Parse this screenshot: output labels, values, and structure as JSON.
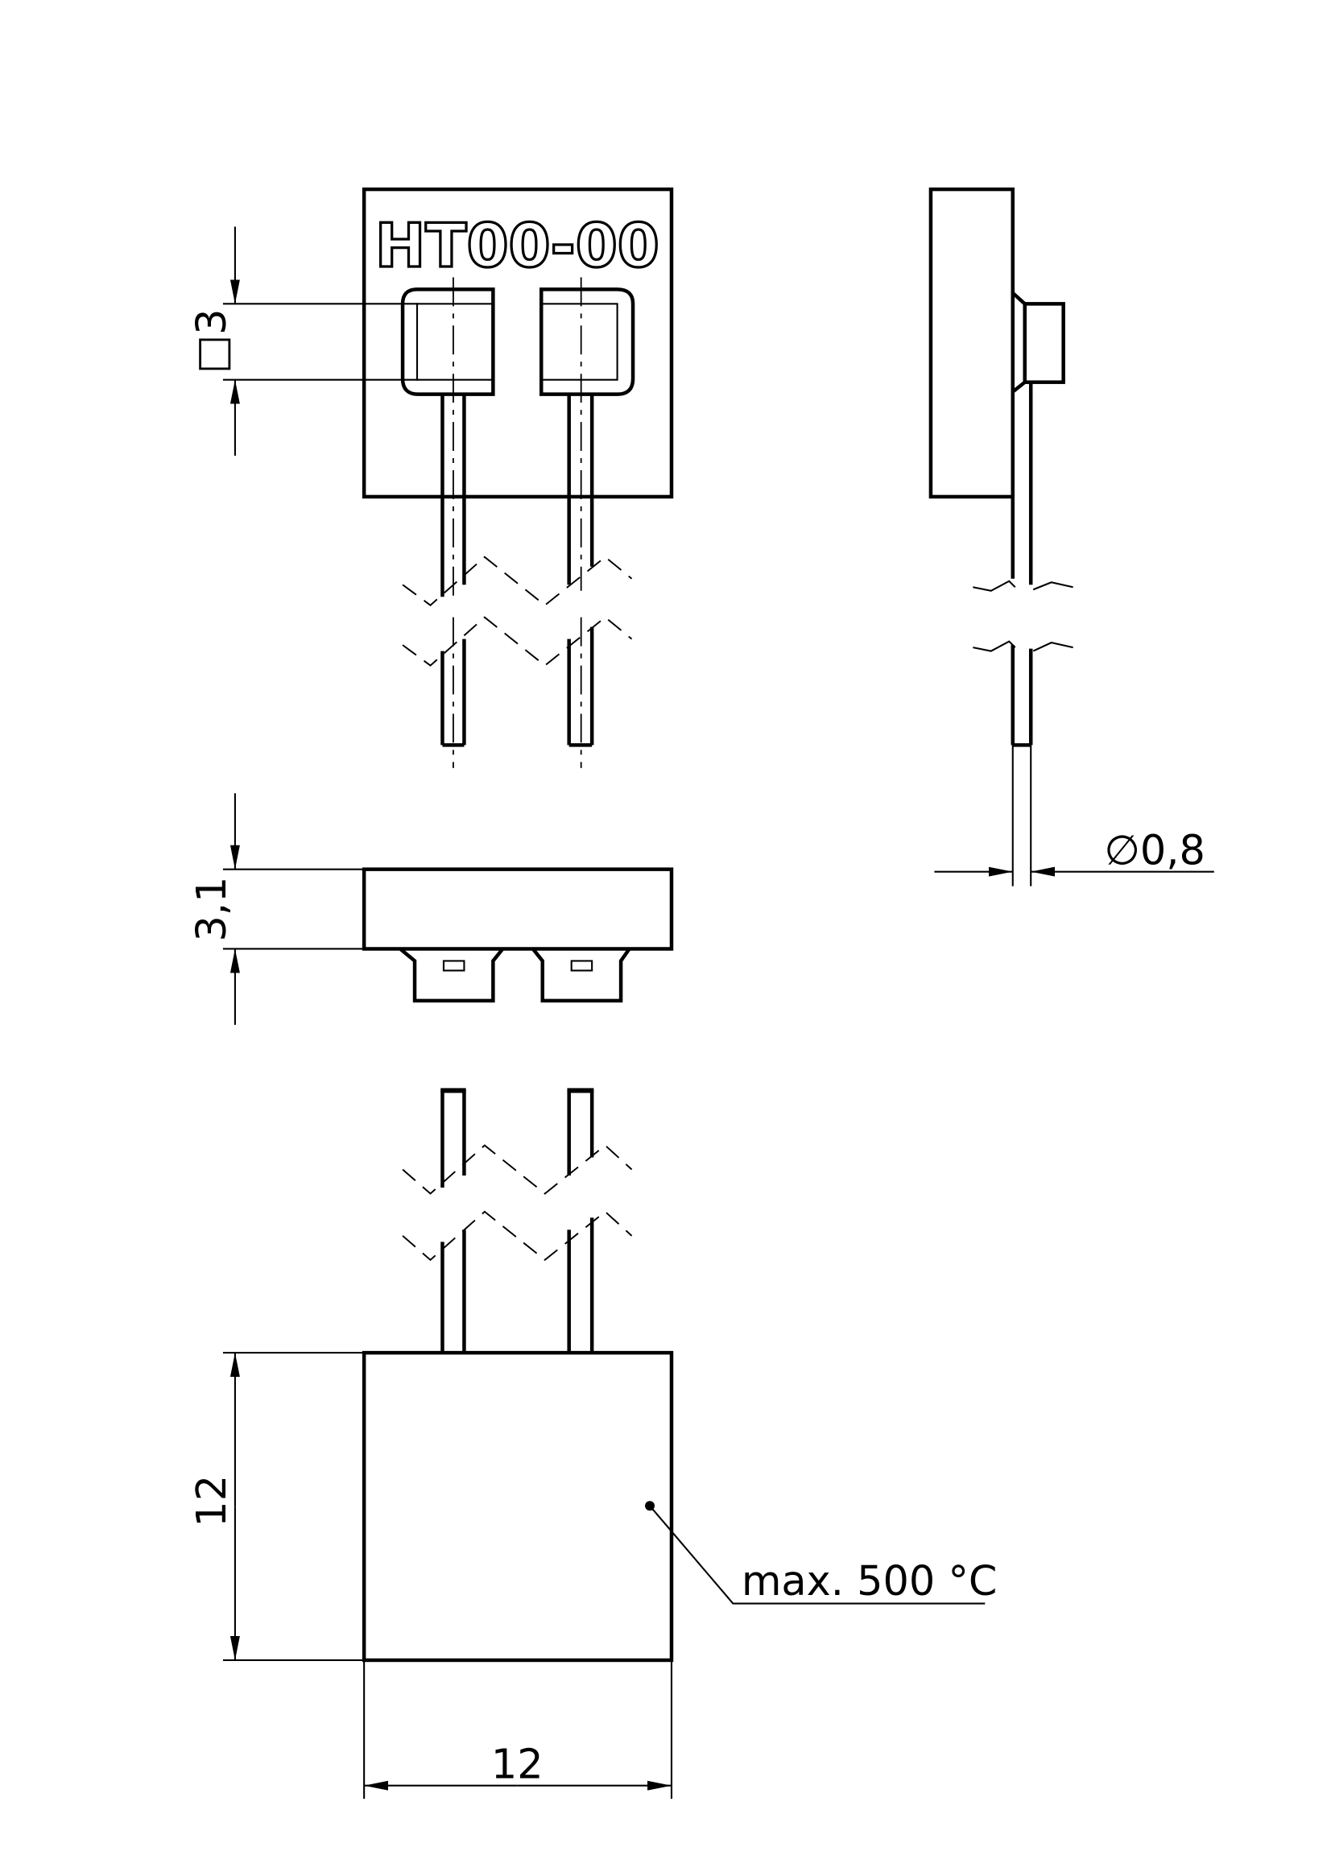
{
  "part_marking": "HT00-00",
  "colors": {
    "hatch": "#E8692F",
    "outline": "#000000"
  },
  "dimensions": {
    "pocket_square": "□3",
    "thickness": "3,1",
    "pin_diameter": "∅0,8",
    "height": "12",
    "width": "12"
  },
  "note": "max. 500 °C"
}
